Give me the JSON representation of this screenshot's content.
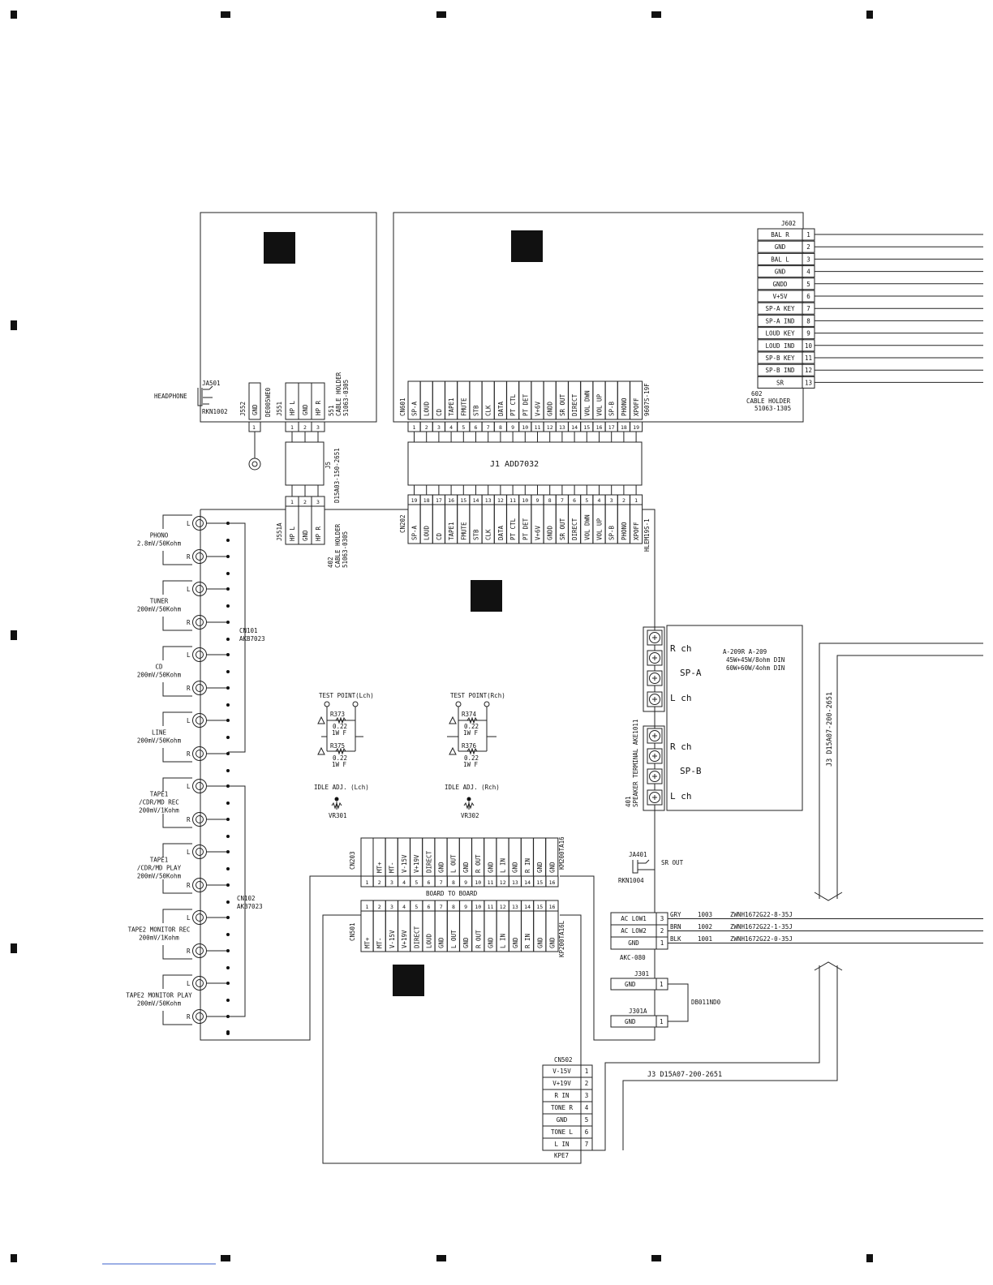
{
  "cn601": {
    "ref": "CN601",
    "part": "9607S-19F",
    "pins": [
      "SP-A",
      "LOUD",
      "CD",
      "TAPE1",
      "FMUTE",
      "STB",
      "CLK",
      "DATA",
      "PT CTL",
      "PT DET",
      "V+6V",
      "GNDD",
      "SR OUT",
      "DIRECT",
      "VOL DWN",
      "VOL UP",
      "SP-B",
      "PHONO",
      "XPOFF"
    ]
  },
  "cn202": {
    "ref": "CN202",
    "part": "HLEM19S-1",
    "pins": [
      "SP-A",
      "LOUD",
      "CD",
      "TAPE1",
      "FMUTE",
      "STB",
      "CLK",
      "DATA",
      "PT CTL",
      "PT DET",
      "V+6V",
      "GNDD",
      "SR OUT",
      "DIRECT",
      "VOL DWN",
      "VOL UP",
      "SP-B",
      "PHONO",
      "XPOFF"
    ]
  },
  "j1": {
    "label": "J1 ADD7032"
  },
  "j602": {
    "ref": "J602",
    "pins": [
      "BAL R",
      "GND",
      "BAL L",
      "GND",
      "GNDD",
      "V+5V",
      "SP-A KEY",
      "SP-A IND",
      "LOUD KEY",
      "LOUD IND",
      "SP-B KEY",
      "SP-B IND",
      "SR"
    ],
    "holder": [
      "602",
      "CABLE HOLDER",
      "51063-1305"
    ]
  },
  "headphone": {
    "label": "HEADPHONE",
    "jack": "JA501",
    "jack_part": "RKN1002",
    "j552": "J552",
    "j552_pin": "GND",
    "j552_part": "DE005WE0",
    "j551": "J551",
    "j551_pins": [
      "HP L",
      "GND",
      "HP R"
    ],
    "holder_551": [
      "551",
      "CABLE HOLDER",
      "51063-0305"
    ],
    "j5": [
      "J5",
      "D15A03-150-2651"
    ],
    "j551a": "J551A",
    "holder_402": [
      "402",
      "CABLE HOLDER",
      "51063-0305"
    ]
  },
  "inputs": {
    "groups": [
      {
        "name": [
          "PHONO",
          "2.8mV/50Kohm"
        ]
      },
      {
        "name": [
          "TUNER",
          "200mV/50Kohm"
        ]
      },
      {
        "name": [
          "CD",
          "200mV/50Kohm"
        ]
      },
      {
        "name": [
          "LINE",
          "200mV/50Kohm"
        ]
      },
      {
        "name": [
          "TAPE1",
          "/CDR/MD REC",
          "200mV/1Kohm"
        ]
      },
      {
        "name": [
          "TAPE1",
          "/CDR/MD PLAY",
          "200mV/50Kohm"
        ]
      },
      {
        "name": [
          "TAPE2 MONITOR REC",
          "200mV/1Kohm"
        ]
      },
      {
        "name": [
          "TAPE2 MONITOR PLAY",
          "200mV/50Kohm"
        ]
      }
    ],
    "ch_l": "L",
    "ch_r": "R",
    "cn101": [
      "CN101",
      "AKB7023"
    ],
    "cn102": [
      "CN102",
      "AKB7023"
    ]
  },
  "test_points": {
    "lch": {
      "title": "TEST POINT(Lch)",
      "r1": "R373",
      "r2": "R375",
      "val": [
        "0.22",
        "1W F"
      ]
    },
    "rch": {
      "title": "TEST POINT(Rch)",
      "r1": "R374",
      "r2": "R376",
      "val": [
        "0.22",
        "1W F"
      ]
    },
    "idle_l": "IDLE ADJ. (Lch)",
    "idle_r": "IDLE ADJ. (Rch)",
    "vr_l": "VR301",
    "vr_r": "VR302"
  },
  "speakers": {
    "terminal": [
      "401",
      "SPEAKER TERMINAL AKE1011"
    ],
    "rch": "R ch",
    "lch": "L ch",
    "spa": "SP-A",
    "spb": "SP-B",
    "model": [
      "A-209R A-209",
      "45W+45W/8ohm DIN",
      "60W+60W/4ohm DIN"
    ]
  },
  "j3_label": "J3 D15A07-200-2651",
  "cn203": {
    "ref": "CN203",
    "part": "KM200TA16",
    "pins": [
      "MT+",
      "MT-",
      "V-15V",
      "V+19V",
      "DIRECT",
      "GND",
      "L OUT",
      "GND",
      "R OUT",
      "GND",
      "L IN",
      "GND",
      "R IN",
      "GND",
      "GND"
    ]
  },
  "cn501": {
    "ref": "CN501",
    "part": "KP200TA16L",
    "pins": [
      "MT+",
      "MT-",
      "V-15V",
      "V+19V",
      "DIRECT",
      "LOUD",
      "GND",
      "L OUT",
      "GND",
      "R OUT",
      "GND",
      "L IN",
      "GND",
      "R IN",
      "GND",
      "GND"
    ]
  },
  "board_to_board": "BOARD TO BOARD",
  "sr_out": {
    "jack": "JA401",
    "part": "RKN1004",
    "label": "SR OUT"
  },
  "akc": {
    "part": "AKC-080",
    "rows": [
      {
        "pin": "3",
        "name": "AC LOW1",
        "color": "GRY",
        "code": "1003",
        "wire": "ZWNH1672G22-8-35J"
      },
      {
        "pin": "2",
        "name": "AC LOW2",
        "color": "BRN",
        "code": "1002",
        "wire": "ZWNH1672G22-1-35J"
      },
      {
        "pin": "1",
        "name": "GND",
        "color": "BLK",
        "code": "1001",
        "wire": "ZWNH1672G22-0-35J"
      }
    ]
  },
  "j301": {
    "ref": "J301",
    "pin_name": "GND",
    "pin": "1"
  },
  "j301a": {
    "ref": "J301A",
    "pin_name": "GND",
    "pin": "1"
  },
  "db011": "DB011ND0",
  "cn502": {
    "ref": "CN502",
    "part": "KPE7",
    "pins": [
      "V-15V",
      "V+19V",
      "R IN",
      "TONE R",
      "GND",
      "TONE L",
      "L IN"
    ]
  }
}
